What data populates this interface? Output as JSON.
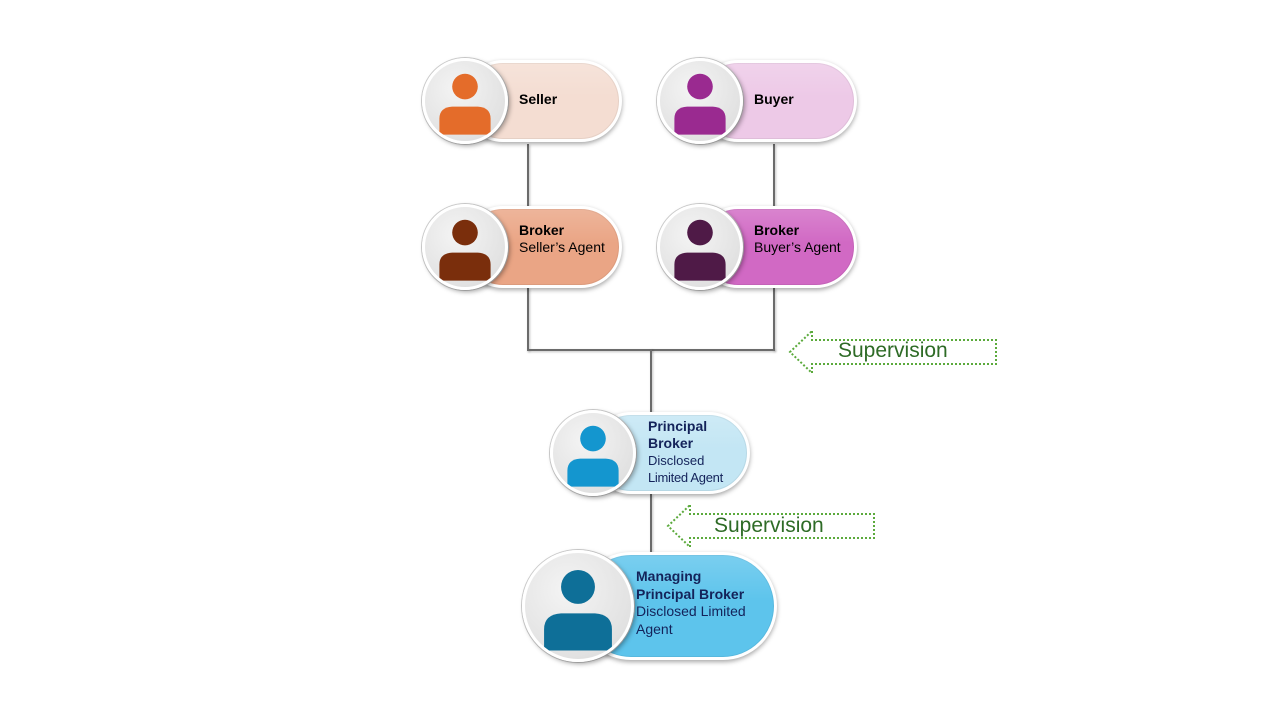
{
  "diagram": {
    "nodes": {
      "seller": {
        "title": "Seller",
        "subtitle": "",
        "icon": "person-icon",
        "icon_color": "#E46C2A",
        "fill": "#F4DDD2"
      },
      "buyer": {
        "title": "Buyer",
        "subtitle": "",
        "icon": "person-icon",
        "icon_color": "#9A2A90",
        "fill": "#EDC9E7"
      },
      "seller_broker": {
        "title": "Broker",
        "subtitle": "Seller’s Agent",
        "icon": "person-icon",
        "icon_color": "#7A2E0C",
        "fill": "#EAA585"
      },
      "buyer_broker": {
        "title": "Broker",
        "subtitle": "Buyer’s Agent",
        "icon": "person-icon",
        "icon_color": "#4F1A47",
        "fill": "#D169C4"
      },
      "principal_broker": {
        "title_line1": "Principal",
        "title_line2": "Broker",
        "subtitle_line1": "Disclosed",
        "subtitle_line2": "Limited Agent",
        "icon": "person-icon",
        "icon_color": "#1496CF",
        "fill": "#C3E6F4"
      },
      "managing_broker": {
        "title_line1": "Managing",
        "title_line2": "Principal Broker",
        "subtitle_line1": "Disclosed Limited",
        "subtitle_line2": "Agent",
        "icon": "person-icon",
        "icon_color": "#0E6F98",
        "fill": "#5DC4EC"
      }
    },
    "annotations": [
      {
        "label": "Supervision",
        "color": "#2E6B26",
        "border_color": "#5BAA3C"
      },
      {
        "label": "Supervision",
        "color": "#2E6B26",
        "border_color": "#5BAA3C"
      }
    ],
    "connector_color": "#6B6B6B",
    "text_dark": "#000000",
    "text_navy": "#14235A"
  }
}
